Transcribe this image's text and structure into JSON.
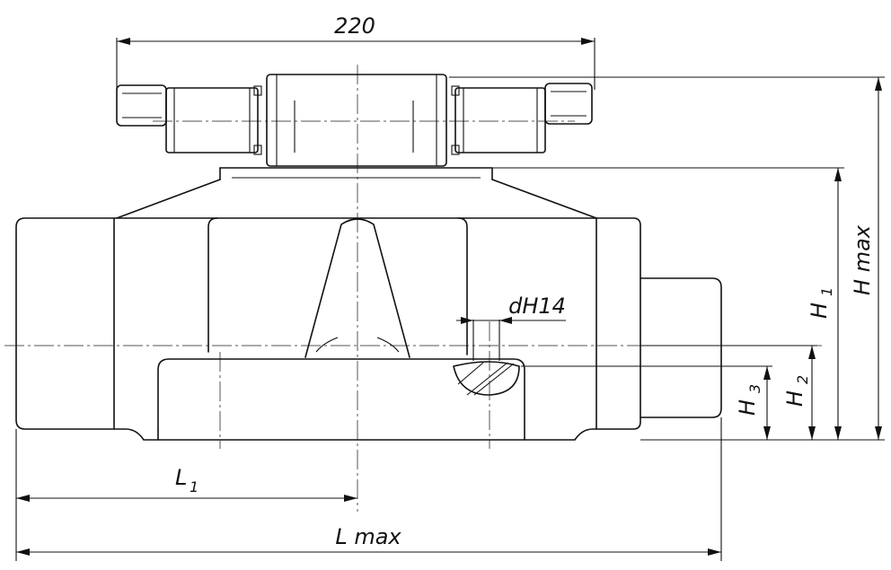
{
  "dimensions": {
    "width_220": "220",
    "dh14": "dH14",
    "h1": "H",
    "h1_sub": "1",
    "hmax": "H max",
    "h2": "H",
    "h2_sub": "2",
    "h3": "H",
    "h3_sub": "3",
    "l1": "L",
    "l1_sub": "1",
    "lmax": "L max"
  }
}
